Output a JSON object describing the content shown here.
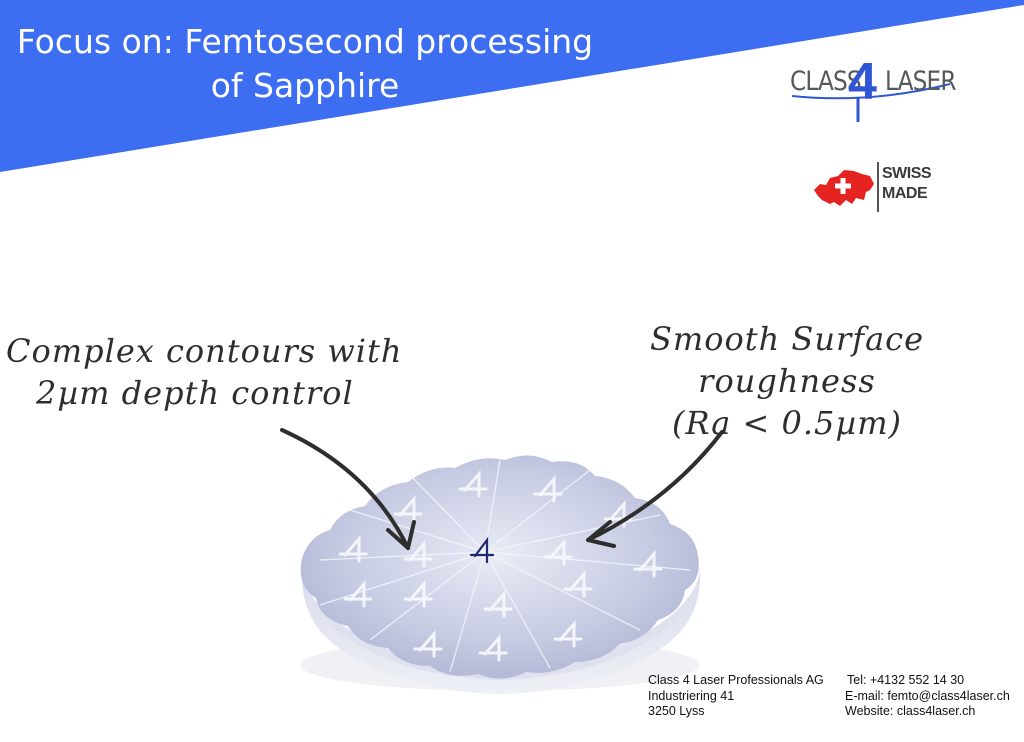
{
  "title": {
    "line1": "Focus on: Femtosecond processing",
    "line2": "of Sapphire"
  },
  "logo": {
    "part1": "CLASS",
    "digit": "4",
    "part2": "LASER"
  },
  "swiss_badge": {
    "line1": "SWISS",
    "line2": "MADE"
  },
  "annotations": {
    "left": [
      "Complex contours with",
      "2µm depth control"
    ],
    "right": [
      "Smooth Surface roughness",
      "(Ra < 0.5µm)"
    ]
  },
  "footer": {
    "company": "Class 4 Laser Professionals AG",
    "street": "Industriering 41",
    "city": "3250 Lyss",
    "tel": "Tel: +4132 552 14 30",
    "email": "E-mail: femto@class4laser.ch",
    "website": "Website: class4laser.ch"
  },
  "colors": {
    "banner": "#3d6ef2",
    "logo_accent": "#2f56d6",
    "swiss_red": "#e52421",
    "sapphire": "#c9cde4"
  },
  "icons": {
    "switzerland_map": "switzerland-map-icon",
    "arrow": "curved-arrow-icon"
  }
}
